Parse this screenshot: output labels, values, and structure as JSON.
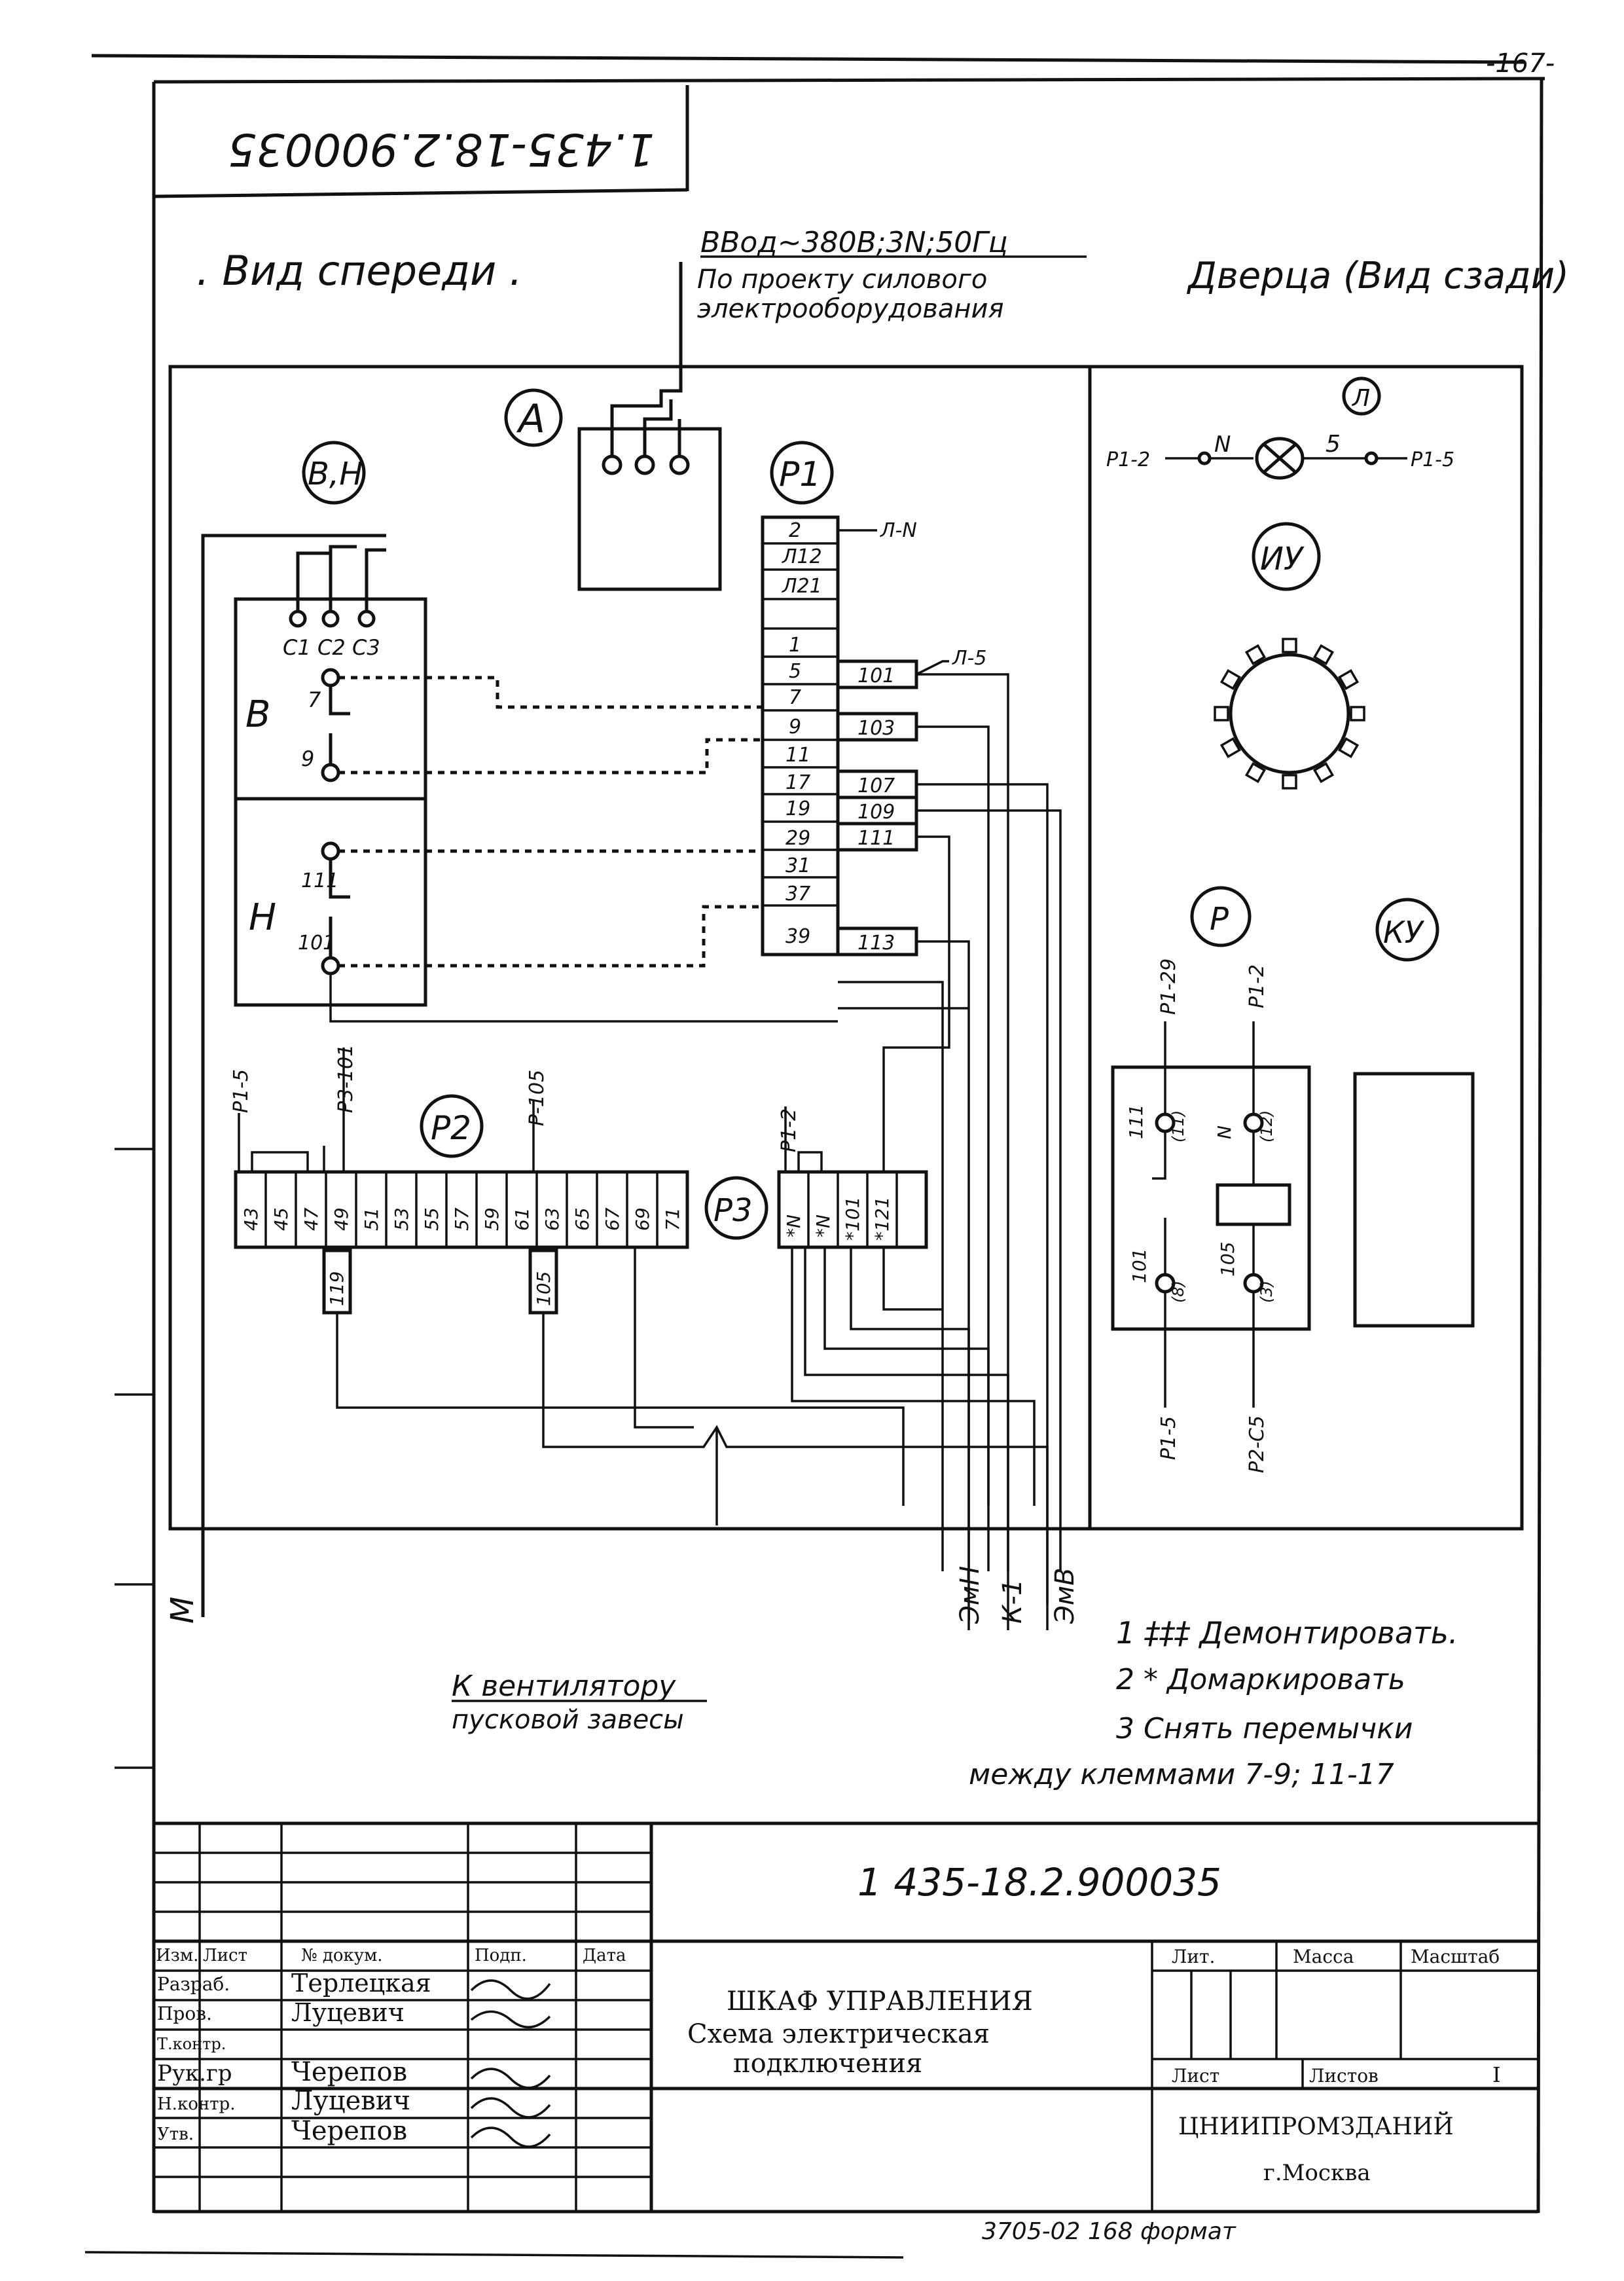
{
  "page_number": "-167-",
  "stamp_code_rotated": "1.435-18.2.900035",
  "front_view_label": ". Вид спереди .",
  "door_view_label": "Дверца (Вид сзади)",
  "input_line1": "ВВод~380В;3N;50Гц",
  "input_line2": "По проекту силового",
  "input_line3": "электрооборудования",
  "labels": {
    "A": "A",
    "BH": "В,Н",
    "P1": "Р1",
    "P2": "Р2",
    "P3": "Р3",
    "lamp": "Л",
    "IU": "ИУ",
    "P": "Р",
    "KU": "КУ",
    "B": "В",
    "H": "Н",
    "c1": "С1",
    "c2": "С2",
    "c3": "С3",
    "k7": "7",
    "k9": "9",
    "k101": "101",
    "k111": "111",
    "lamp_left": "Р1-2",
    "lamp_n": "N",
    "lamp_5": "5",
    "lamp_right": "Р1-5",
    "L_N": "Л-N",
    "L_5": "Л-5",
    "p2_p15": "Р1-5",
    "p2_p3101": "Р3-101",
    "p2_p105": "Р-105",
    "p3_p12": "Р1-2",
    "r_p129": "Р1-29",
    "r_p12": "Р1-2",
    "r_p15": "Р1-5",
    "r_p2c5": "Р2-С5",
    "r_111": "111",
    "r_11": "(11)",
    "r_n": "N",
    "r_12": "(12)",
    "r_101": "101",
    "r_8": "(8)",
    "r_105": "105",
    "r_3": "(3)",
    "wire_M": "М",
    "wire_EmN": "ЭмН",
    "wire_K1": "К-1",
    "wire_EmV": "ЭмВ",
    "fan1": "К вентилятору",
    "fan2": "пусковой завесы",
    "p2_119": "119",
    "p2_105": "105"
  },
  "p1_terminals": [
    "2",
    "Л12",
    "Л21",
    "",
    "1",
    "5",
    "7",
    "9",
    "11",
    "17",
    "19",
    "29",
    "31",
    "37",
    "39"
  ],
  "p1_right": {
    "5": "101",
    "9": "103",
    "17": "107",
    "19": "109",
    "29": "111",
    "39": "113"
  },
  "p2_terminals": [
    "43",
    "45",
    "47",
    "49",
    "51",
    "53",
    "55",
    "57",
    "59",
    "61",
    "63",
    "65",
    "67",
    "69",
    "71"
  ],
  "p3_terminals": [
    "*N",
    "*N",
    "*101",
    "*121",
    ""
  ],
  "notes": [
    "1 ‡‡‡ Демонтировать.",
    "2 * Домаркировать",
    "3 Снять перемычки",
    "между клеммами 7-9; 11-17"
  ],
  "title_block": {
    "doc_code": "1 435-18.2.900035",
    "headers": [
      "Изм.",
      "Лист",
      "№ докум.",
      "Подп.",
      "Дата"
    ],
    "rows": [
      {
        "role": "Разраб.",
        "name": "Терлецкая"
      },
      {
        "role": "Пров.",
        "name": "Луцевич"
      },
      {
        "role": "Т.контр.",
        "name": ""
      },
      {
        "role": "Рук.гр",
        "name": "Черепов"
      },
      {
        "role": "Н.контр.",
        "name": "Луцевич"
      },
      {
        "role": "Утв.",
        "name": "Черепов"
      }
    ],
    "title1": "ШКАФ УПРАВЛЕНИЯ",
    "title2": "Схема электрическая",
    "title3": "подключения",
    "lit": "Лит.",
    "mass": "Масса",
    "scale": "Масштаб",
    "sheet": "Лист",
    "sheets": "Листов",
    "sheets_val": "I",
    "org1": "ЦНИИПРОМЗДАНИЙ",
    "org2": "г.Москва",
    "footer": "3705-02   168 формат"
  }
}
